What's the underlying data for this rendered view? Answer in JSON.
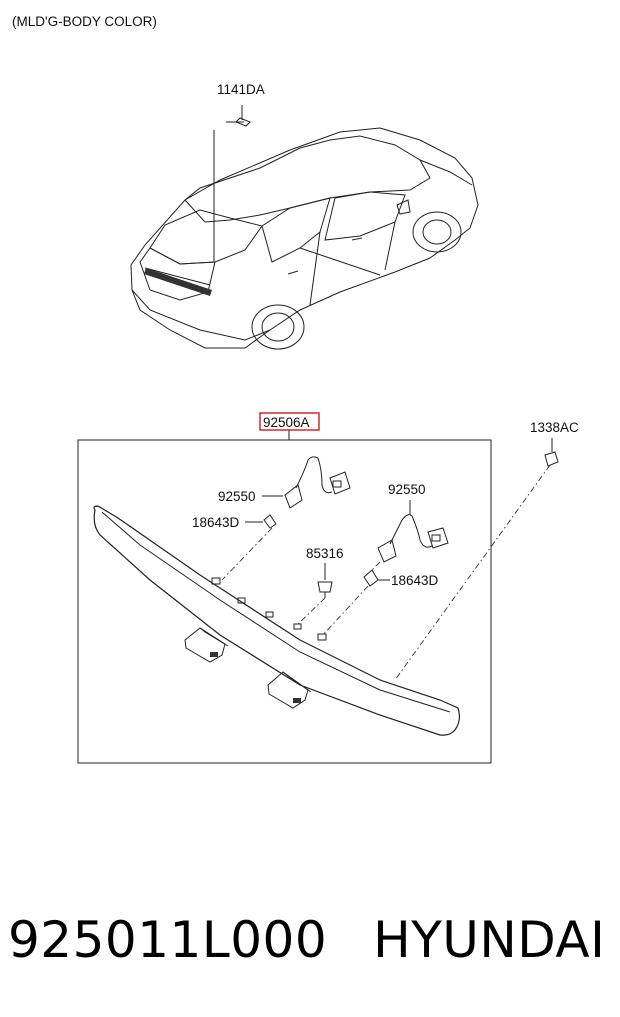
{
  "header_note": "(MLD'G-BODY COLOR)",
  "callouts": {
    "bolt_top": "1141DA",
    "assembly": "92506A",
    "clip": "1338AC",
    "socket_left": "92550",
    "bulb_left": "18643D",
    "socket_right": "92550",
    "grommet": "85316",
    "bulb_right": "18643D"
  },
  "colors": {
    "assembly_highlight": "#d11a1a"
  },
  "footer": {
    "part_number": "925011L000",
    "brand": "HYUNDAI"
  }
}
